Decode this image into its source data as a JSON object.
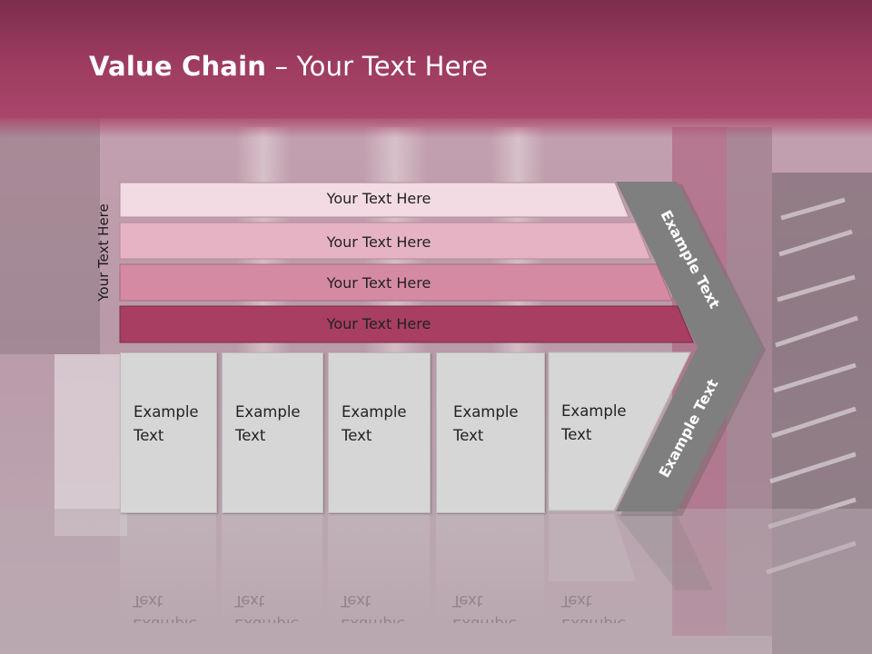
{
  "slide": {
    "title_bold": "Value Chain",
    "title_rest": " – Your Text Here",
    "side_label": "Your Text Here"
  },
  "rows": [
    {
      "label": "Your Text Here",
      "color": "#f2dbe2"
    },
    {
      "label": "Your Text Here",
      "color": "#e6b3c5"
    },
    {
      "label": "Your Text Here",
      "color": "#d58aa3"
    },
    {
      "label": "Your Text Here",
      "color": "#a83e62"
    }
  ],
  "boxes": [
    {
      "line1": "Example",
      "line2": "Text"
    },
    {
      "line1": "Example",
      "line2": "Text"
    },
    {
      "line1": "Example",
      "line2": "Text"
    },
    {
      "line1": "Example",
      "line2": "Text"
    },
    {
      "line1": "Example",
      "line2": "Text"
    }
  ],
  "chevron": {
    "upper_label": "Example Text",
    "lower_label": "Example Text",
    "color": "#7f7f7f"
  },
  "colors": {
    "header": "#9e3c60",
    "box_fill": "#d6d6d6"
  }
}
